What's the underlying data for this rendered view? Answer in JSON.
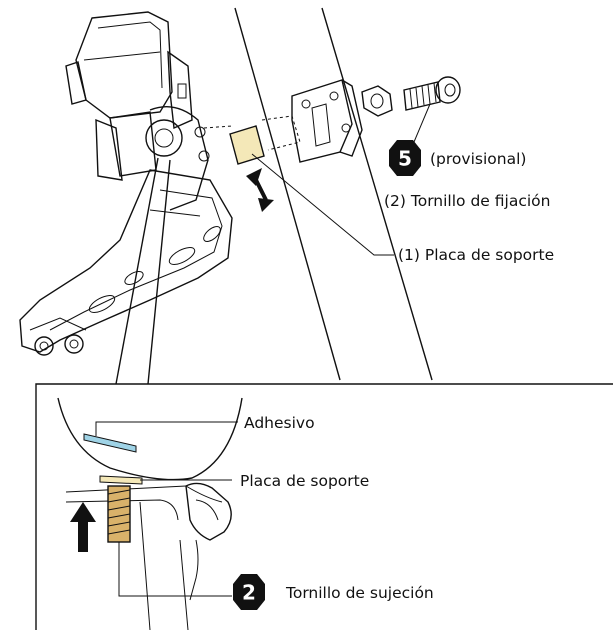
{
  "step_provisional": {
    "number": "5",
    "text": "(provisional)"
  },
  "labels": {
    "fixing_bolt": "(2)  Tornillo de fijación",
    "support_plate": "(1)  Placa de soporte"
  },
  "detail": {
    "adhesive": "Adhesivo",
    "support_plate": "Placa de soporte",
    "step_number": "2",
    "support_bolt": "Tornillo de sujeción"
  },
  "colors": {
    "adhesive_strip": "#9fd3e6",
    "support_plate_fill": "#f4e8b8",
    "bolt_fill": "#d9b26a",
    "badge": "#111111"
  }
}
